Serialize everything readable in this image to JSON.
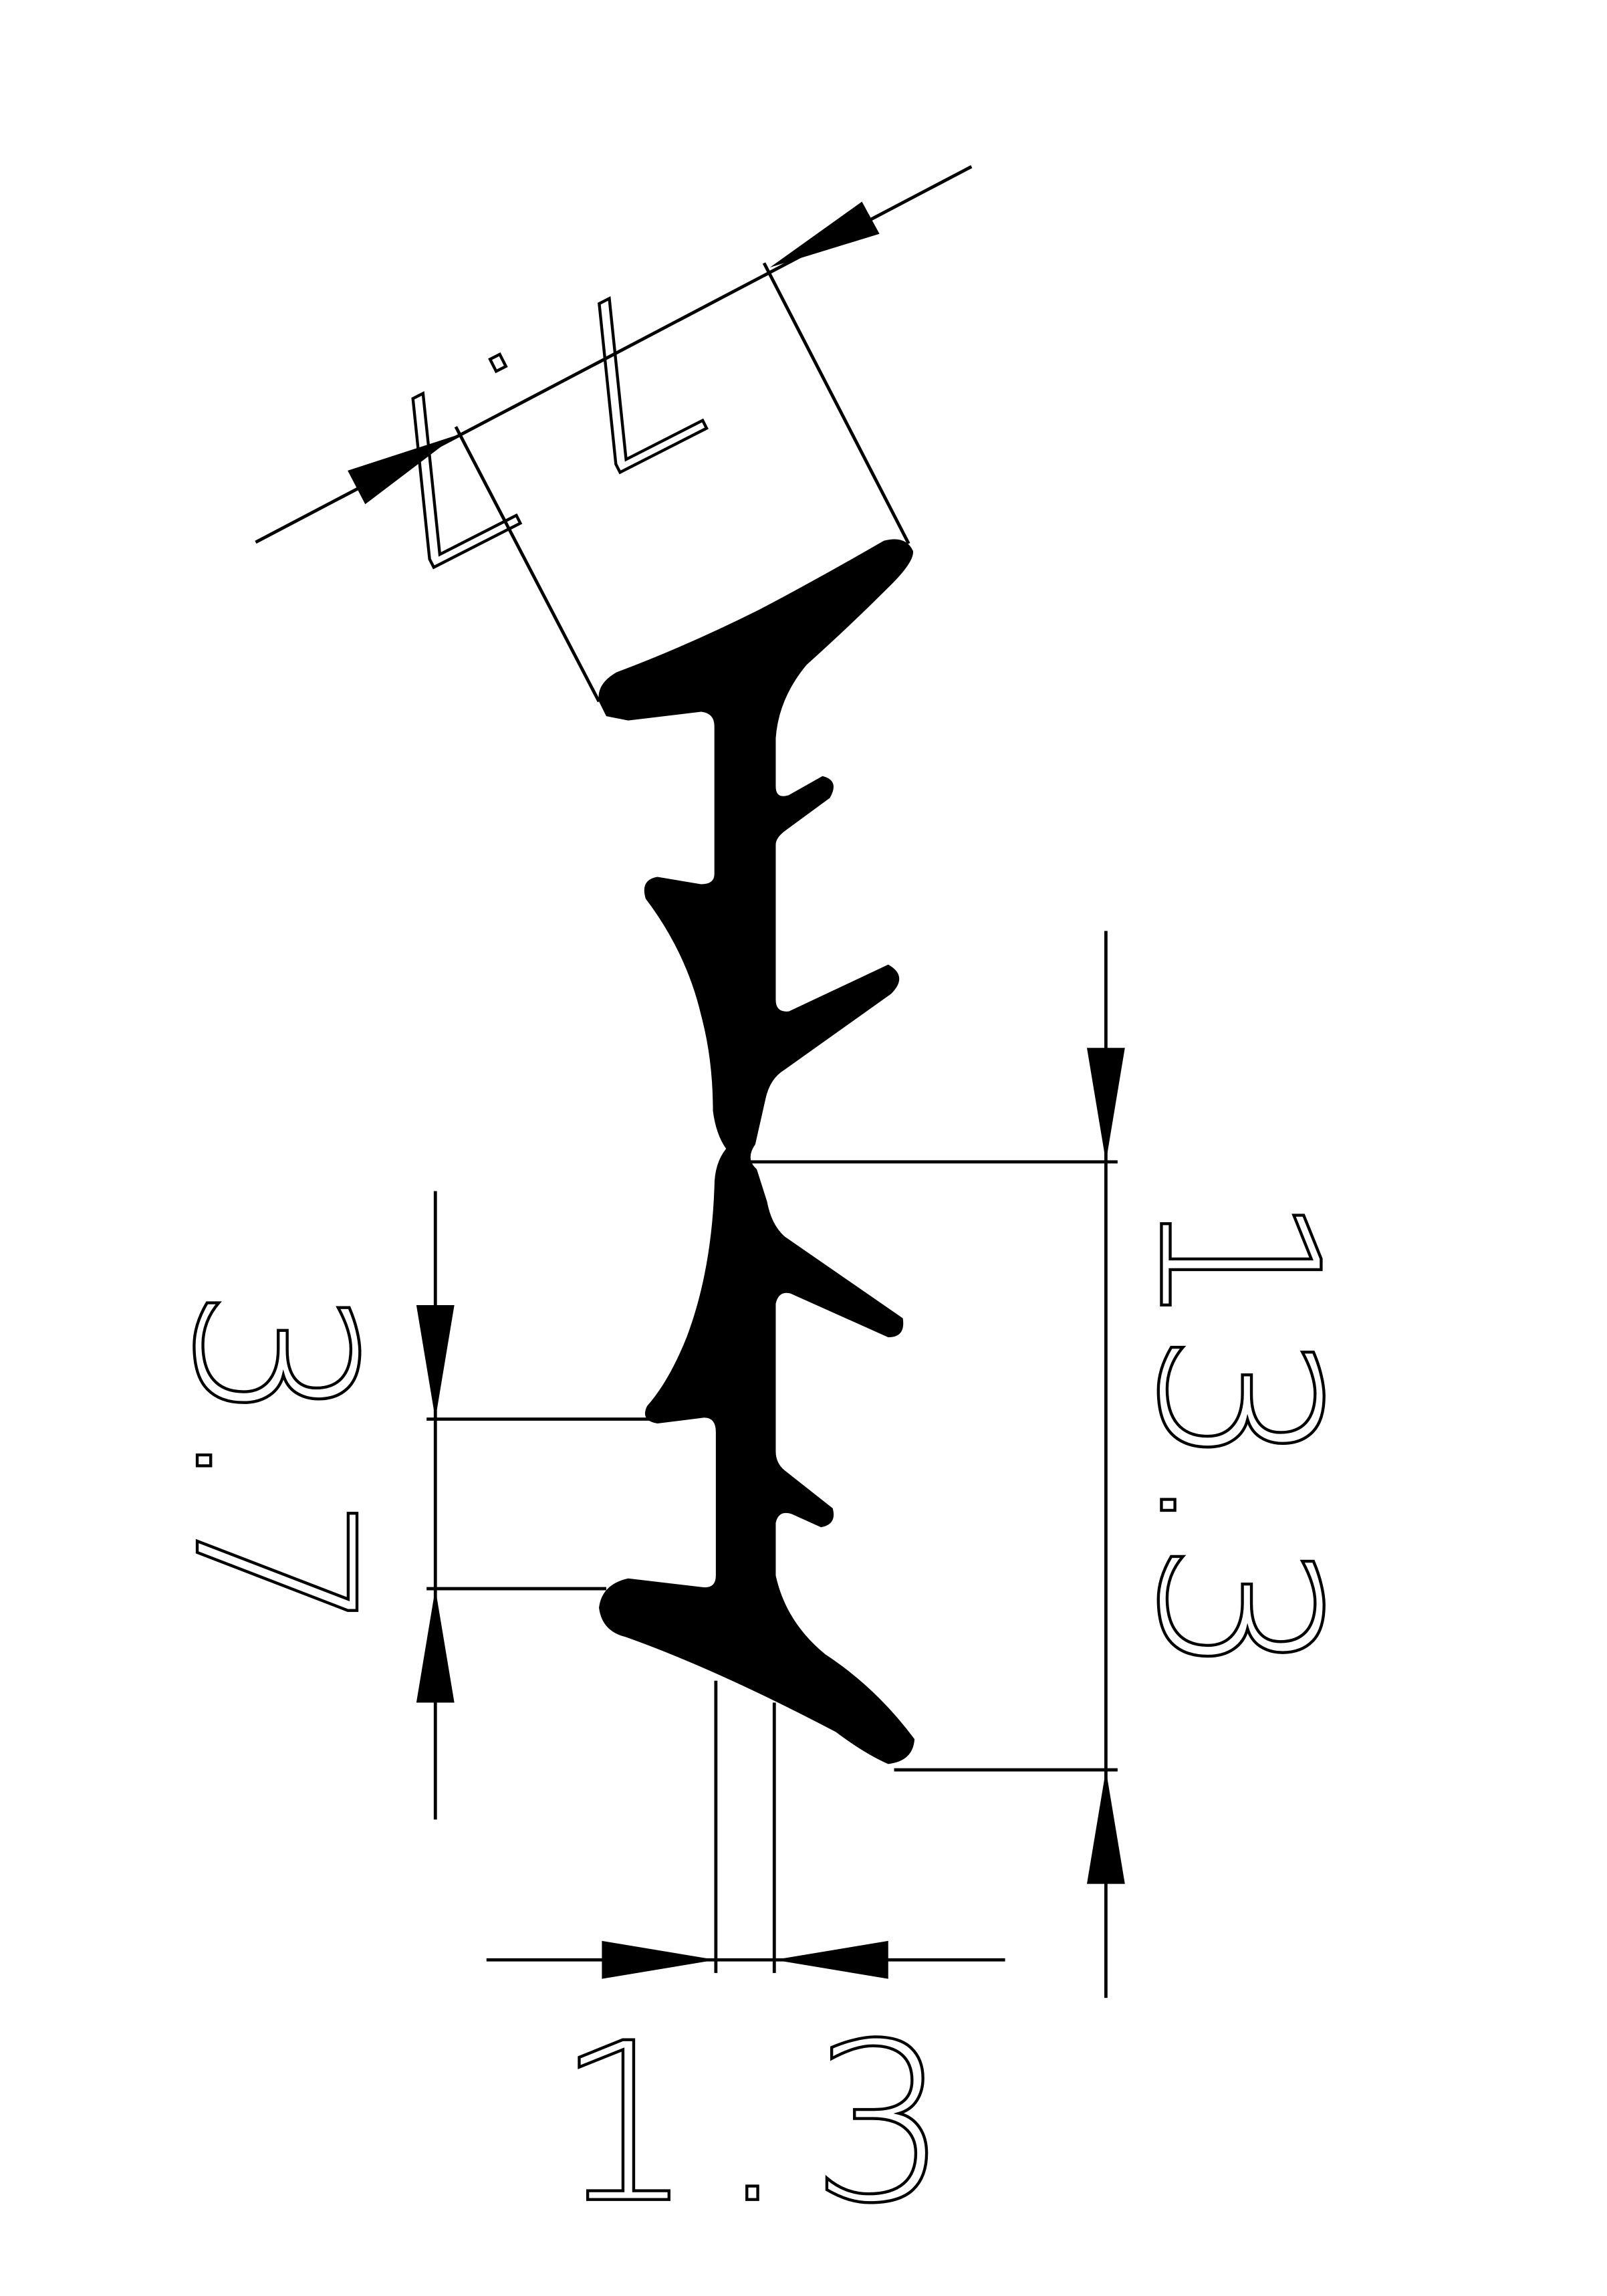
{
  "drawing": {
    "colors": {
      "profile": "#000000",
      "background": "#ffffff",
      "lines": "#000000"
    },
    "dimensions": {
      "lip_width": "7.7",
      "total_height": "13.3",
      "lower_gap": "3.7",
      "stem_thickness": "1.3"
    }
  }
}
